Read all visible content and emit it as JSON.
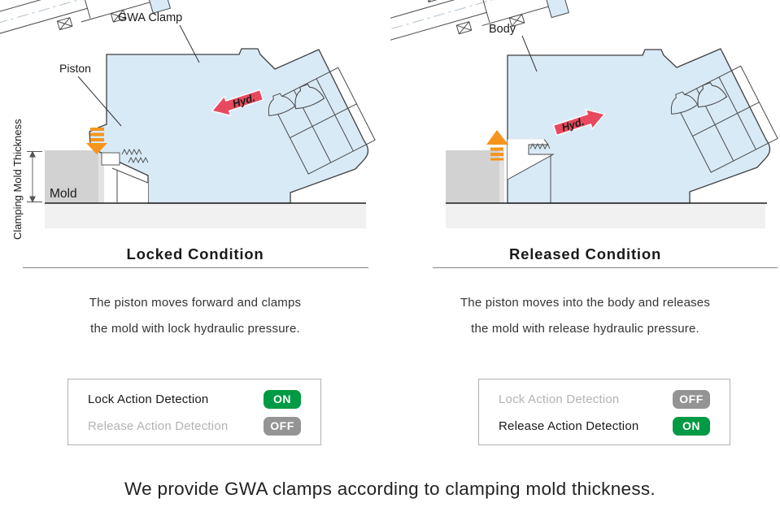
{
  "palette": {
    "body_fill": "#d8eaf6",
    "outline": "#3f3f3f",
    "mold_fill": "#d2d2d2",
    "floor_fill": "#f1f1f1",
    "orange": "#f7941d",
    "red": "#e8495f",
    "green": "#009a44",
    "gray_badge": "#949494"
  },
  "diagram_left": {
    "gwa_clamp_label": "GWA Clamp",
    "piston_label": "Piston",
    "mold_label": "Mold",
    "thickness_label": "Clamping Mold Thickness",
    "hyd_label": "Hyd."
  },
  "diagram_right": {
    "body_label": "Body",
    "hyd_label": "Hyd."
  },
  "left_panel": {
    "title": "Locked Condition",
    "description_line1": "The piston moves forward and clamps",
    "description_line2": "the mold with lock hydraulic pressure.",
    "detection": {
      "rows": [
        {
          "label": "Lock Action Detection",
          "state": "ON"
        },
        {
          "label": "Release Action Detection",
          "state": "OFF"
        }
      ]
    }
  },
  "right_panel": {
    "title": "Released Condition",
    "description_line1": "The piston moves into the body and releases",
    "description_line2": "the mold with release hydraulic pressure.",
    "detection": {
      "rows": [
        {
          "label": "Lock Action Detection",
          "state": "OFF"
        },
        {
          "label": "Release Action Detection",
          "state": "ON"
        }
      ]
    }
  },
  "caption": "We provide GWA clamps according to clamping mold thickness."
}
